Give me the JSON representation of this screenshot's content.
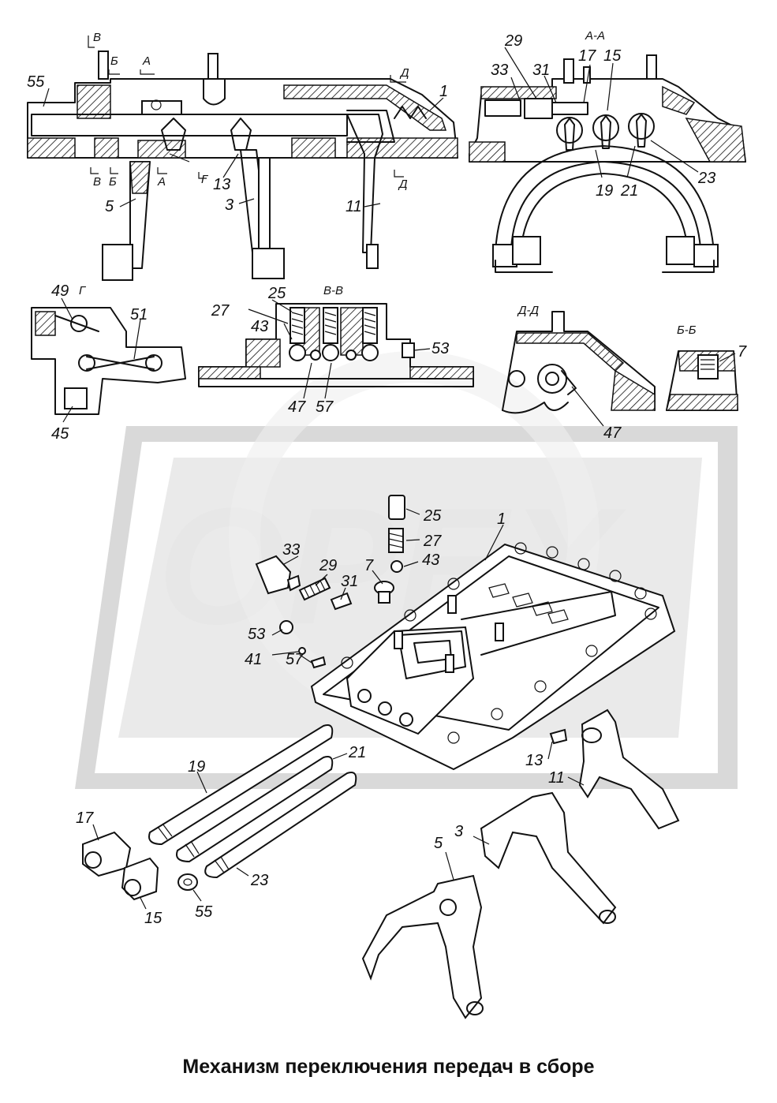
{
  "caption": "Механизм переключения передач в сборе",
  "watermark": "OPEX",
  "section_labels": {
    "aa": "А-А",
    "vv": "В-В",
    "dd": "Д-Д",
    "bb": "Б-Б",
    "g": "Г",
    "v1": "В",
    "b1": "Б",
    "a1": "А",
    "d1": "Д",
    "v2": "В",
    "b2": "Б",
    "a2": "А",
    "g2": "Г",
    "d2": "Д"
  },
  "callouts": {
    "c55": "55",
    "c1": "1",
    "c5": "5",
    "c13": "13",
    "c3": "3",
    "c11": "11",
    "c29": "29",
    "c33": "33",
    "c31": "31",
    "c17": "17",
    "c15": "15",
    "c23": "23",
    "c19": "19",
    "c21": "21",
    "c49": "49",
    "c51": "51",
    "c45": "45",
    "c25": "25",
    "c27": "27",
    "c43": "43",
    "c53": "53",
    "c47": "47",
    "c57": "57",
    "c47b": "47",
    "c7": "7",
    "e25": "25",
    "e27": "27",
    "e1": "1",
    "e33": "33",
    "e29": "29",
    "e7": "7",
    "e43": "43",
    "e31": "31",
    "e53": "53",
    "e41": "41",
    "e57": "57",
    "e21": "21",
    "e19": "19",
    "e13": "13",
    "e11": "11",
    "e17": "17",
    "e3": "3",
    "e5": "5",
    "e23": "23",
    "e15": "15",
    "e55": "55"
  }
}
